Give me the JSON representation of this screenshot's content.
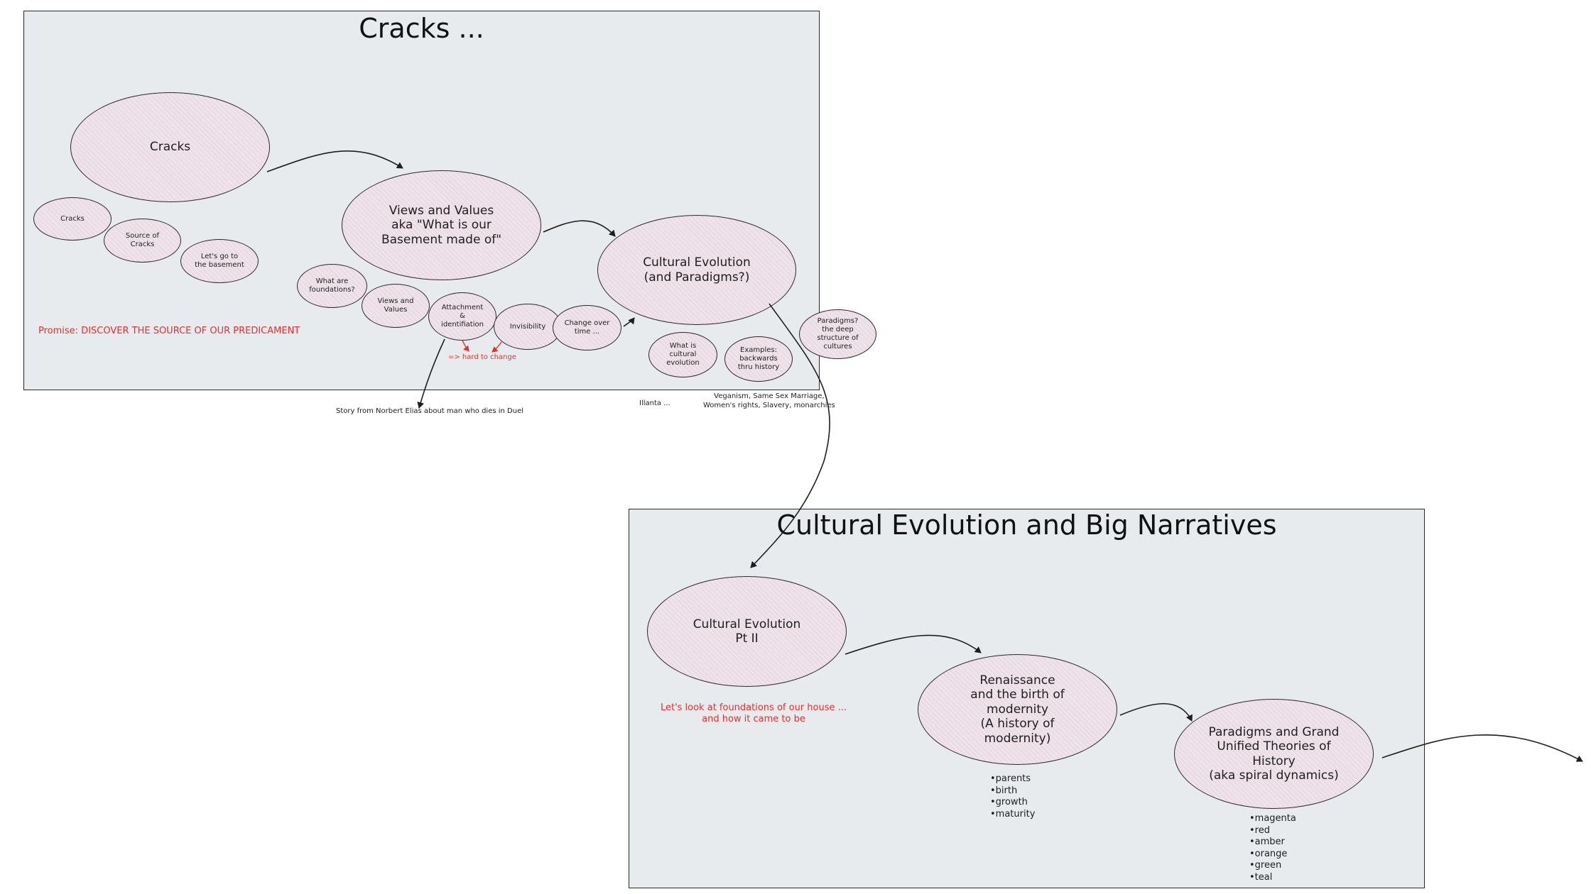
{
  "frame1": {
    "title": "Cracks ...",
    "nodes": {
      "cracks_main": "Cracks",
      "views_values": "Views and Values\naka \"What is our\nBasement made of\"",
      "cultural_evolution": "Cultural Evolution\n(and Paradigms?)",
      "cracks_small": "Cracks",
      "source_of_cracks": "Source of\nCracks",
      "lets_go_basement": "Let's go to\nthe basement",
      "what_are_foundations": "What are\nfoundations?",
      "views_and_values_small": "Views and\nValues",
      "attachment": "Attachment\n&\nidentifiation",
      "invisibility": "Invisibility",
      "change_over_time": "Change over\ntime ...",
      "what_is_cultural_evolution": "What is\ncultural\nevolution",
      "examples": "Examples:\nbackwards\nthru history",
      "paradigms_deep": "Paradigms?\nthe deep\nstructure of\ncultures"
    },
    "promise": "Promise: DISCOVER THE SOURCE OF OUR PREDICAMENT",
    "hard_to_change": "=> hard to change",
    "story_note": "Story from Norbert Elias about man who dies in Duel",
    "illanta_note": "Illanta ...",
    "examples_note": "Veganism, Same Sex Marriage,\nWomen's rights, Slavery, monarchies"
  },
  "frame2": {
    "title": "Cultural Evolution and Big Narratives",
    "nodes": {
      "cultural_evolution_pt2": "Cultural Evolution\nPt II",
      "renaissance": "Renaissance\nand the birth of\nmodernity\n(A history of\nmodernity)",
      "paradigms_grand": "Paradigms and Grand\nUnified Theories of\nHistory\n(aka spiral dynamics)"
    },
    "foundations_note": "Let's look at foundations of our house ...\nand how it came to be",
    "renaissance_list": [
      "parents",
      "birth",
      "growth",
      "maturity"
    ],
    "paradigms_list": [
      "magenta",
      "red",
      "amber",
      "orange",
      "green",
      "teal"
    ]
  },
  "colors": {
    "frame_bg": "#e8ebee",
    "node_fill": "#efe3ea",
    "accent_red": "#e03131",
    "stroke": "#1e1e1e"
  }
}
